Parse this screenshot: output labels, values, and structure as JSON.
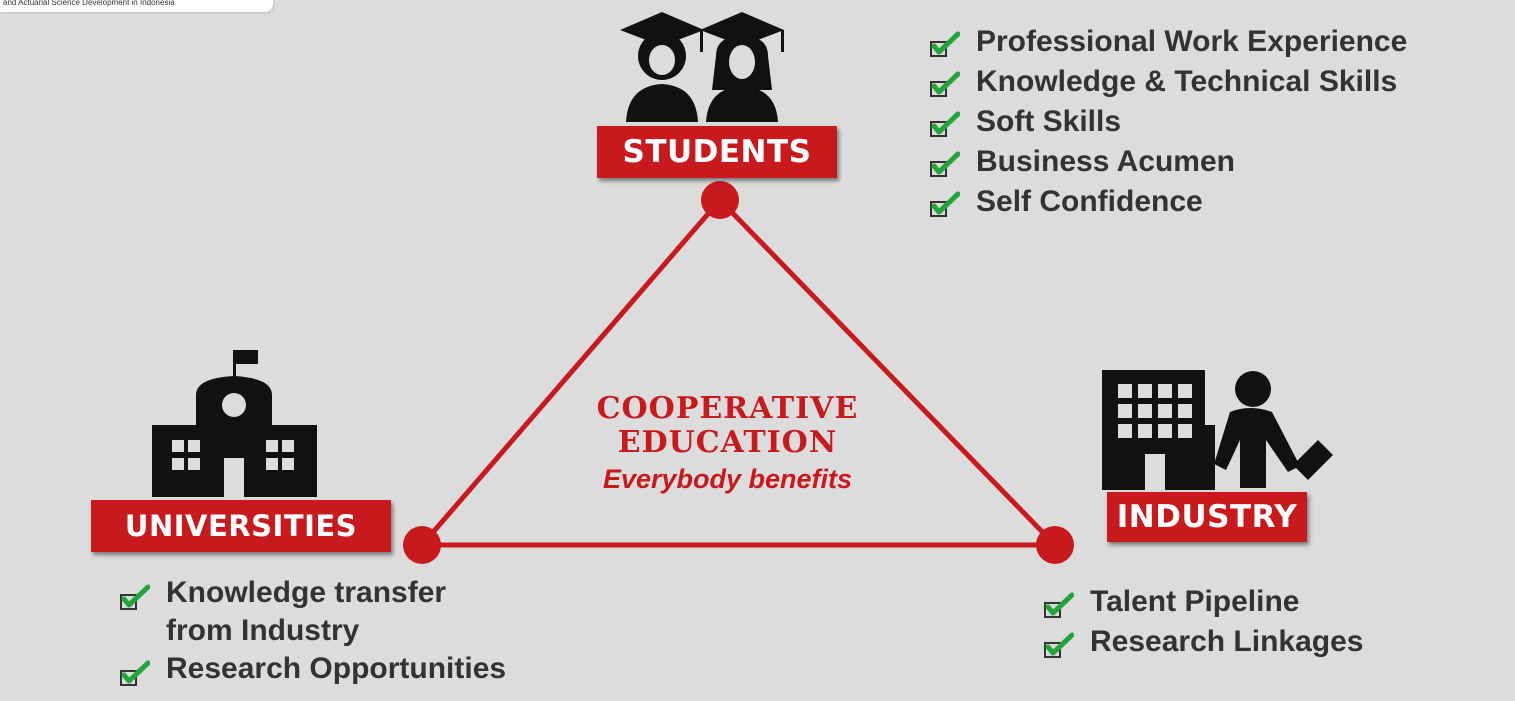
{
  "header_caption": "and Actuarial Science Development in Indonesia",
  "colors": {
    "accent": "#c8191d",
    "check": "#22a53a",
    "icon": "#111111",
    "background": "#dcdcdc"
  },
  "icons": [
    "graduates-icon",
    "school-building-icon",
    "office-building-icon",
    "businessman-icon",
    "check-icon"
  ],
  "nodes": {
    "students": {
      "label": "STUDENTS",
      "benefits": [
        "Professional Work Experience",
        "Knowledge & Technical Skills",
        "Soft Skills",
        "Business Acumen",
        "Self Confidence"
      ]
    },
    "universities": {
      "label": "UNIVERSITIES",
      "benefits_line1": "Knowledge transfer",
      "benefits_line1_cont": "from Industry",
      "benefits_line2": "Research Opportunities"
    },
    "industry": {
      "label": "INDUSTRY",
      "benefits": [
        "Talent Pipeline",
        "Research Linkages"
      ]
    }
  },
  "center": {
    "title_line1": "COOPERATIVE",
    "title_line2": "EDUCATION",
    "tagline": "Everybody benefits"
  }
}
